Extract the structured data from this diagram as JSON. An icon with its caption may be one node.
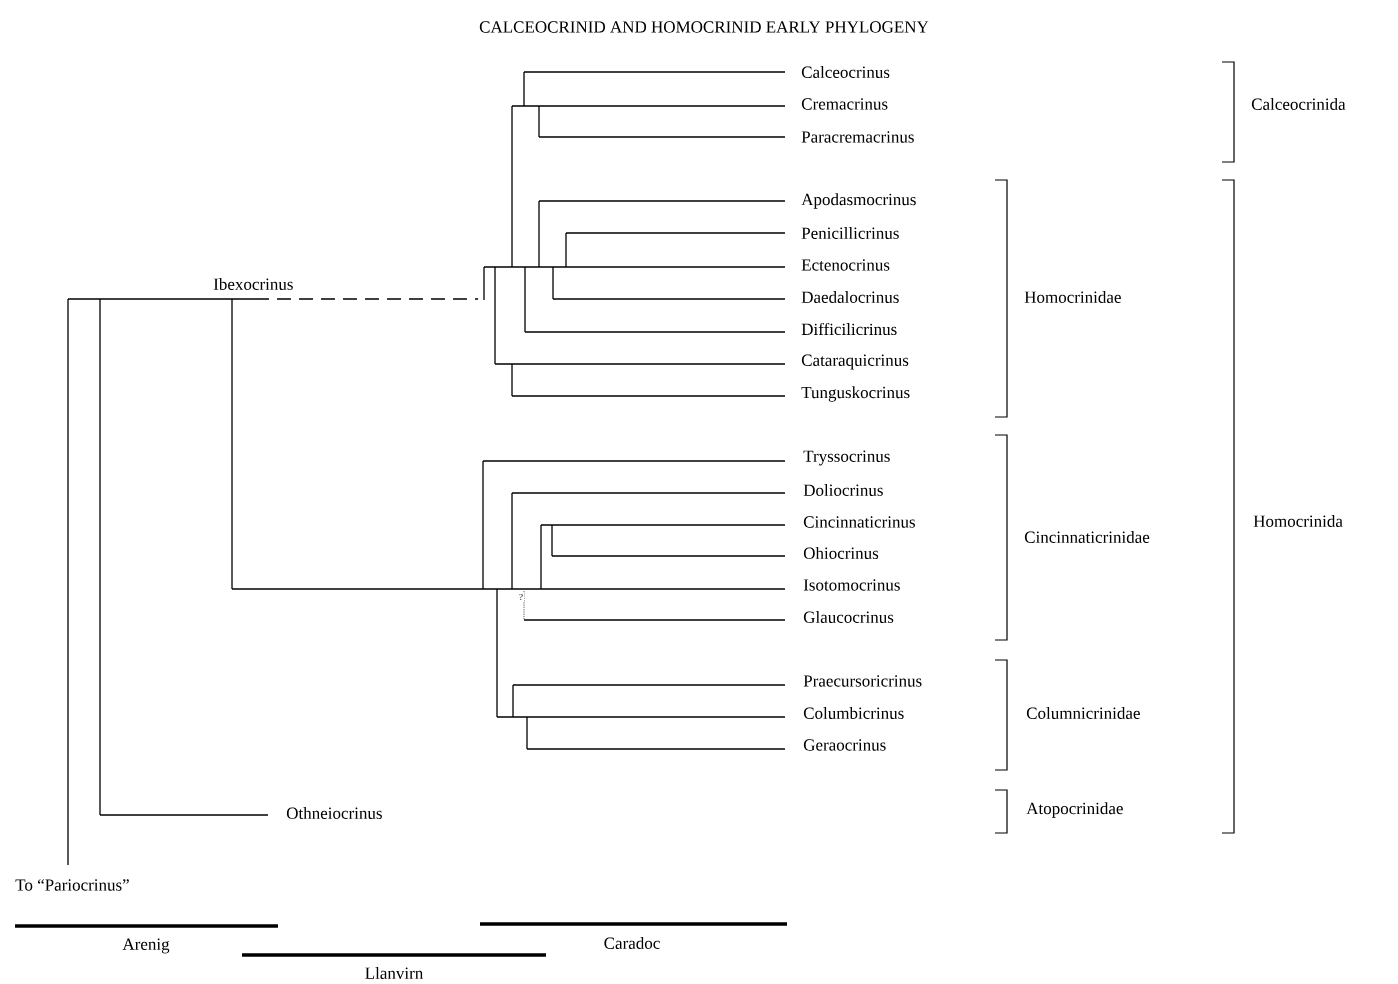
{
  "diagram": {
    "title": "CALCEOCRINID AND HOMOCRINID EARLY PHYLOGENY",
    "nodes": [
      {
        "text": [
          "Calceocrinus"
        ]
      },
      {
        "text": [
          "Cremacrinus"
        ]
      },
      {
        "text": [
          "Paracremacrinus"
        ]
      },
      {
        "text": [
          "Apodasmocrinus"
        ]
      },
      {
        "text": [
          "Penicillicrinus"
        ]
      },
      {
        "text": [
          "Ectenocrinus"
        ]
      },
      {
        "text": [
          "Daedalocrinus"
        ]
      },
      {
        "text": [
          "Difficilicrinus"
        ]
      },
      {
        "text": [
          "Cataraquicrinus"
        ]
      },
      {
        "text": [
          "Tunguskocrinus"
        ]
      },
      {
        "text": [
          "Ibexocrinus"
        ]
      },
      {
        "text": [
          "Tryssocrinus"
        ]
      },
      {
        "text": [
          "Doliocrinus"
        ]
      },
      {
        "text": [
          "Cincinnaticrinus"
        ]
      },
      {
        "text": [
          "Ohiocrinus"
        ]
      },
      {
        "text": [
          "Isotomocrinus"
        ]
      },
      {
        "text": [
          "Glaucocrinus"
        ]
      },
      {
        "text": [
          "Praecursoricrinus"
        ]
      },
      {
        "text": [
          "Columbicrinus"
        ]
      },
      {
        "text": [
          "Geraocrinus"
        ]
      },
      {
        "text": [
          "Othneiocrinus"
        ]
      },
      {
        "text": [
          "To “Pariocrinus”"
        ]
      }
    ],
    "labels": [
      "Calceocrinida",
      "Homocrinidae",
      "Homocrinida",
      "Cincinnaticrinidae",
      "Columnicrinidae",
      "Atopocrinidae",
      "?",
      "Arenig",
      "Caradoc",
      "Llanvirn"
    ]
  }
}
